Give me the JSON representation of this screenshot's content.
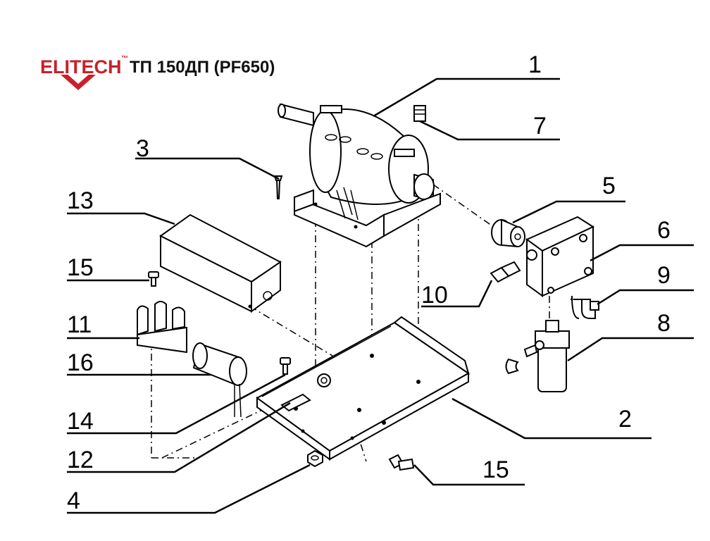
{
  "brand": {
    "name": "ELITECH",
    "mark": "™",
    "model": "ТП 150ДП (PF650)",
    "color": "#c8202a"
  },
  "callouts": [
    "1",
    "2",
    "3",
    "4",
    "5",
    "6",
    "7",
    "8",
    "9",
    "10",
    "11",
    "12",
    "13",
    "14",
    "15",
    "15",
    "16"
  ]
}
